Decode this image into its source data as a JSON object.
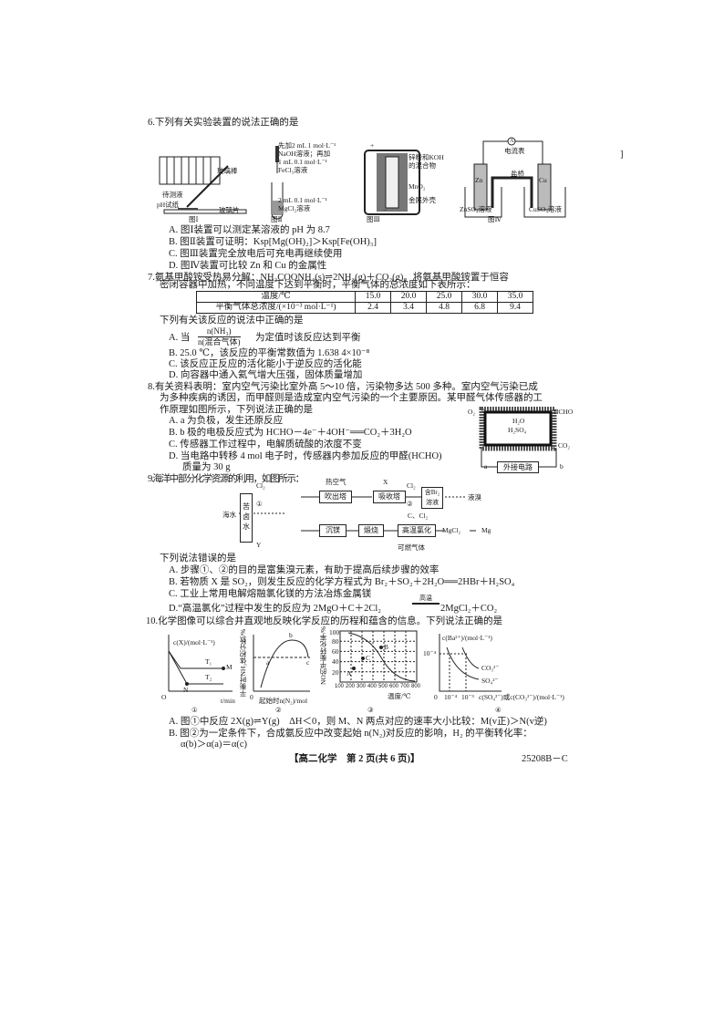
{
  "q6": {
    "title": "6.下列有关实验装置的说法正确的是",
    "fig1": {
      "label": "图Ⅰ",
      "rod": "玻璃棒",
      "liquid": "待测液",
      "paper": "pH试纸",
      "plate": "玻璃片"
    },
    "fig2": {
      "label": "图Ⅱ",
      "top1": "先加2 mL 1 mol·L⁻¹",
      "top2": "NaOH溶液；再加",
      "top3": "1 mL 0.1 mol·L⁻¹",
      "top4": "FeCl₃溶液",
      "bottom1": "2 mL 0.1 mol·L⁻¹",
      "bottom2": "MgCl₂溶液"
    },
    "fig3": {
      "label": "图Ⅲ",
      "plus": "+",
      "minus": "−",
      "mix1": "锌粉和KOH",
      "mix2": "的混合物",
      "mno2": "MnO₂",
      "shell": "金属外壳"
    },
    "fig4": {
      "label": "图Ⅳ",
      "meter_symbol": "A",
      "meter": "电流表",
      "bridge": "盐桥",
      "zn": "Zn",
      "cu": "Cu",
      "znso4": "ZnSO₄溶液",
      "cuso4": "CuSO₄溶液"
    },
    "options": [
      "A. 图Ⅰ装置可以测定某溶液的 pH 为 8.7",
      "B. 图Ⅱ装置可证明：Ksp[Mg(OH)₂]＞Ksp[Fe(OH)₃]",
      "C. 图Ⅲ装置完全放电后可充电再继续使用",
      "D. 图Ⅳ装置可比较 Zn 和 Cu 的金属性"
    ]
  },
  "q7": {
    "line1": "7.氨基甲酸铵受热易分解：NH₂COONH₄(s)⇌2NH₃(g)＋CO₂(g)。将氨基甲酸铵置于恒容",
    "line2": "密闭容器中加热，不同温度下达到平衡时，平衡气体的总浓度如下表所示：",
    "table": {
      "row1_header": "温度/℃",
      "temps": [
        "15.0",
        "20.0",
        "25.0",
        "30.0",
        "35.0"
      ],
      "row2_header": "平衡气体总浓度/(×10⁻³ mol·L⁻¹)",
      "conc": [
        "2.4",
        "3.4",
        "4.8",
        "6.8",
        "9.4"
      ]
    },
    "question": "下列有关该反应的说法中正确的是",
    "optA_prefix": "A. 当",
    "optA_num": "n(NH₃)",
    "optA_den": "n(混合气体)",
    "optA_suffix": "为定值时该反应达到平衡",
    "options": [
      "B. 25.0 ℃，该反应的平衡常数值为 1.638 4×10⁻⁸",
      "C. 该反应正反应的活化能小于逆反应的活化能",
      "D. 向容器中通入氦气增大压强，固体质量增加"
    ]
  },
  "q8": {
    "lines": [
      "8.有关资料表明：室内空气污染比室外高 5～10 倍，污染物多达 500 多种。室内空气污染已成",
      "为多种疾病的诱因，而甲醛则是造成室内空气污染的一个主要原因。某甲醛气体传感器的工",
      "作原理如图所示，下列说法正确的是"
    ],
    "options": [
      "A. a 为负极，发生还原反应",
      "B. b 极的电极反应式为 HCHO－4e⁻＋4OH⁻══CO₂＋3H₂O",
      "C. 传感器工作过程中，电解质硫酸的浓度不变",
      "D. 当电路中转移 4 mol 电子时，传感器内参加反应的甲醛(HCHO)",
      "质量为 30 g"
    ],
    "diagram": {
      "o2": "O₂",
      "hcho": "HCHO",
      "h2o": "H₂O",
      "h2so4": "H₂SO₄",
      "co2": "CO₂",
      "a": "a",
      "b": "b",
      "circuit": "外接电路"
    }
  },
  "q9": {
    "title": "9.海洋中部分化学资源的利用，如图所示：",
    "flow": {
      "seawater": "海水",
      "brine": "苦卤水",
      "cl2_1": "Cl₂",
      "step1": "①",
      "hot_air": "热空气",
      "blow": "吹出塔",
      "x": "X",
      "absorb": "吸收塔",
      "cl2_2": "Cl₂",
      "step2": "②",
      "br_sol": "含Br₂溶液",
      "liquid_br": "液溴",
      "y": "Y",
      "precip": "沉镁",
      "calcine": "煅烧",
      "c_cl2": "C、Cl₂",
      "chlorination": "高温氯化",
      "mgcl2": "MgCl₂",
      "mg": "Mg",
      "gas": "可燃气体"
    },
    "question": "下列说法错误的是",
    "options": [
      "A. 步骤①、②的目的是富集溴元素，有助于提高后续步骤的效率",
      "B. 若物质 X 是 SO₂，则发生反应的化学方程式为 Br₂＋SO₂＋2H₂O══2HBr＋H₂SO₄",
      "C. 工业上常用电解熔融氯化镁的方法冶炼金属镁"
    ],
    "optD_prefix": "D.“高温氯化”过程中发生的反应为 2MgO＋C＋2Cl₂",
    "optD_condition": "高温",
    "optD_suffix": "2MgCl₂＋CO₂"
  },
  "q10": {
    "title": "10.化学图像可以综合并直观地反映化学反应的历程和蕴含的信息。下列说法正确的是",
    "chart1": {
      "ylabel": "c(X)/(mol·L⁻¹)",
      "xlabel": "t/min",
      "origin": "O",
      "t1": "T₁",
      "t2": "T₂",
      "m": "M",
      "n": "N",
      "num": "①"
    },
    "chart2": {
      "ylabel": "平衡时NH₃体积分数/%",
      "xlabel": "起始时n(N₂)/mol",
      "origin": "0",
      "a": "a",
      "b": "b",
      "c": "c",
      "num": "②"
    },
    "chart3": {
      "ylabel": "NO的平衡转化率/%",
      "xlabel": "温度/℃",
      "yticks": [
        "20",
        "40",
        "60",
        "80",
        "100"
      ],
      "xticks": [
        "100",
        "200",
        "300",
        "400",
        "500",
        "600",
        "700",
        "800"
      ],
      "a": "A",
      "b": "B",
      "c": "C",
      "num": "③"
    },
    "chart4": {
      "ylabel": "c(Ba²⁺)/(mol·L⁻¹)",
      "xlabel": "c(SO₄²⁻)或c(CO₃²⁻)/(mol·L⁻¹)",
      "origin": "0",
      "ytick": "10⁻⁴",
      "xtick1": "10⁻⁴",
      "xtick2": "10⁻³",
      "co3": "CO₃²⁻",
      "so4": "SO₄²⁻",
      "num": "④"
    },
    "options": [
      "A. 图①中反应 2X(g)⇌Y(g)　ΔH＜0，则 M、N 两点对应的速率大小比较：M(v正)＞N(v逆)",
      "B. 图②为一定条件下，合成氨反应中改变起始 n(N₂)对反应的影响，H₂ 的平衡转化率：",
      "α(b)＞α(a)＝α(c)"
    ]
  },
  "footer": {
    "page": "【高二化学　第 2 页(共 6 页)】",
    "code": "25208B－C"
  },
  "margin_mark": "]"
}
